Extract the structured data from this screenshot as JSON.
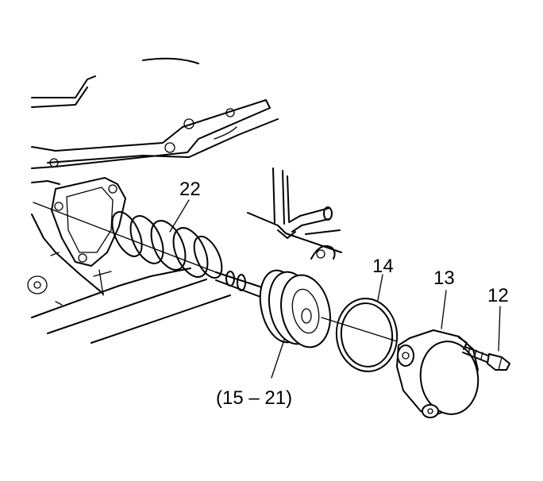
{
  "labels": {
    "spring": "22",
    "seal": "14",
    "cover": "13",
    "bolt": "12",
    "assembly": "(15 – 21)"
  }
}
